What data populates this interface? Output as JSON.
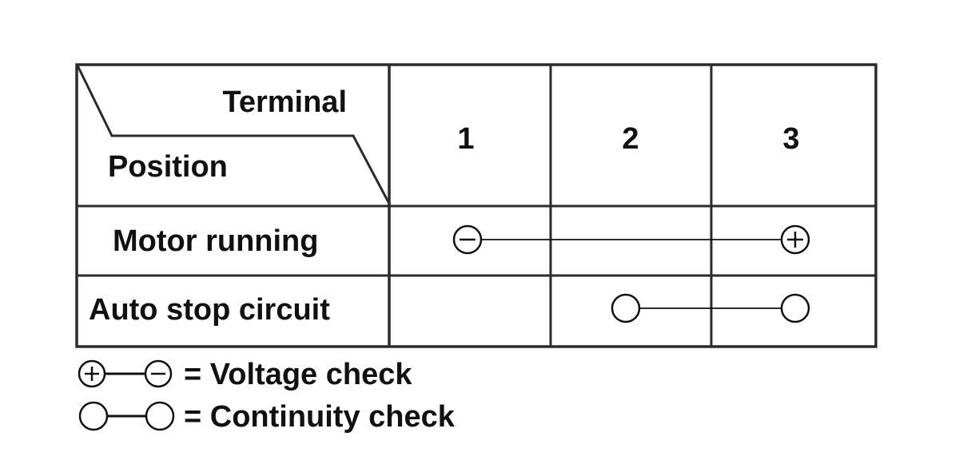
{
  "table": {
    "header_terminal": "Terminal",
    "header_position": "Position",
    "terminals": [
      "1",
      "2",
      "3"
    ],
    "rows": [
      {
        "label": "Motor running",
        "from_terminal": 1,
        "to_terminal": 3,
        "from_symbol": "minus",
        "to_symbol": "plus"
      },
      {
        "label": "Auto stop circuit",
        "from_terminal": 2,
        "to_terminal": 3,
        "from_symbol": "circle",
        "to_symbol": "circle"
      }
    ]
  },
  "legend": {
    "voltage_label": "= Voltage check",
    "continuity_label": "= Continuity check"
  },
  "icons": {
    "plus": "circle-plus-icon",
    "minus": "circle-minus-icon",
    "circle": "circle-icon"
  }
}
